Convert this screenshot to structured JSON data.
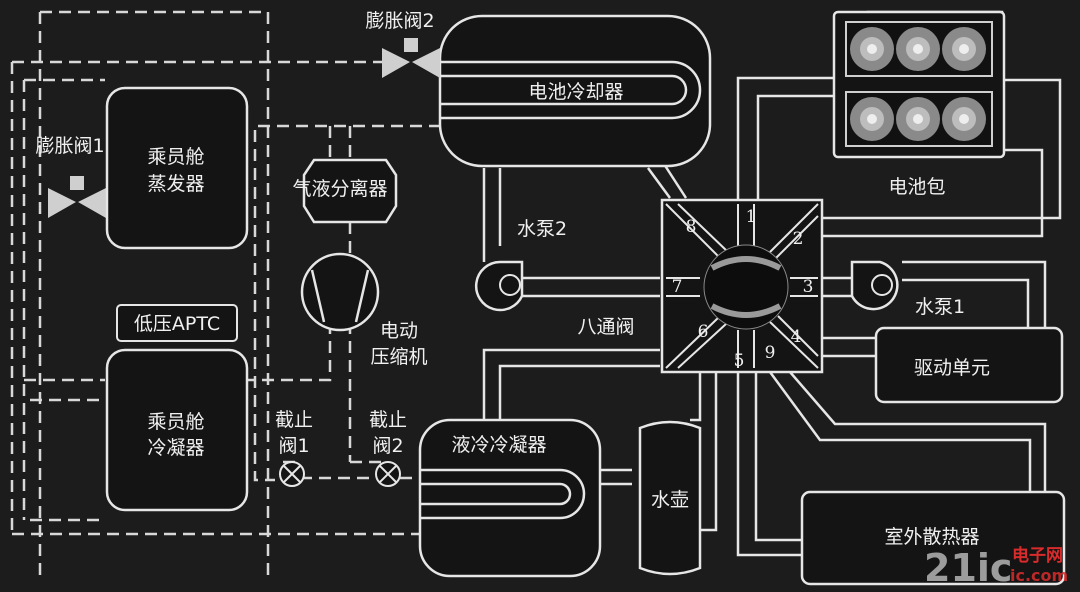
{
  "labels": {
    "expansion_valve_2": "膨胀阀2",
    "battery_chiller": "电池冷却器",
    "expansion_valve_1": "膨胀阀1",
    "cabin_evaporator_line1": "乘员舱",
    "cabin_evaporator_line2": "蒸发器",
    "gas_liquid_separator": "气液分离器",
    "battery_pack": "电池包",
    "water_pump_2": "水泵2",
    "electric_compressor_line1": "电动",
    "electric_compressor_line2": "压缩机",
    "eight_way_valve": "八通阀",
    "water_pump_1": "水泵1",
    "low_voltage_aptc": "低压APTC",
    "drive_unit": "驱动单元",
    "cabin_condenser_line1": "乘员舱",
    "cabin_condenser_line2": "冷凝器",
    "stop_valve_1_line1": "截止",
    "stop_valve_1_line2": "阀1",
    "stop_valve_2_line1": "截止",
    "stop_valve_2_line2": "阀2",
    "liquid_cooled_condenser": "液冷冷凝器",
    "water_kettle": "水壶",
    "outdoor_radiator": "室外散热器"
  },
  "port_numbers": [
    "1",
    "2",
    "3",
    "4",
    "5",
    "6",
    "7",
    "8",
    "9"
  ],
  "watermark": {
    "brand_number": "21ic",
    "brand_name": "电子网",
    "domain": "ic.com"
  },
  "colors": {
    "background": "#1c1c1c",
    "line": "#e6e6e6",
    "component_fill": "#141414",
    "watermark_red": "#d92b2b"
  }
}
